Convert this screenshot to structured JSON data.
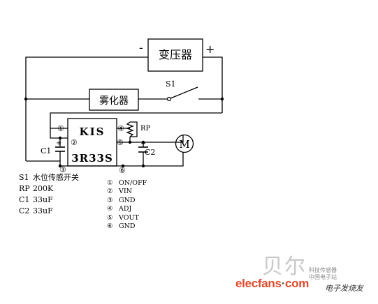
{
  "labels": {
    "transformer": "变压器",
    "atomizer": "雾化器",
    "switch_s1": "S1",
    "chip_name": "KIS",
    "chip_model": "3R33S",
    "rp": "RP",
    "c1": "C1",
    "c2": "C2",
    "motor": "M",
    "minus": "-",
    "plus": "+",
    "cap_plus": "+"
  },
  "pin_markers": [
    "①",
    "②",
    "③",
    "④",
    "⑤",
    "⑥"
  ],
  "legend": [
    {
      "key": "S1",
      "value": "水位传感开关"
    },
    {
      "key": "RP",
      "value": "200K"
    },
    {
      "key": "C1",
      "value": "33uF"
    },
    {
      "key": "C2",
      "value": "33uF"
    }
  ],
  "pin_list": [
    {
      "num": "①",
      "name": "ON/OFF"
    },
    {
      "num": "②",
      "name": "VIN"
    },
    {
      "num": "③",
      "name": "GND"
    },
    {
      "num": "④",
      "name": "ADJ"
    },
    {
      "num": "⑤",
      "name": "VOUT"
    },
    {
      "num": "⑥",
      "name": "GND"
    }
  ],
  "watermark": {
    "big": "贝尔",
    "small_line1": "科技传感器",
    "small_line2": "中国电子站",
    "site_a": "elecfans",
    "site_dot": "·",
    "site_b": "com",
    "tagline": "电子发烧友"
  }
}
